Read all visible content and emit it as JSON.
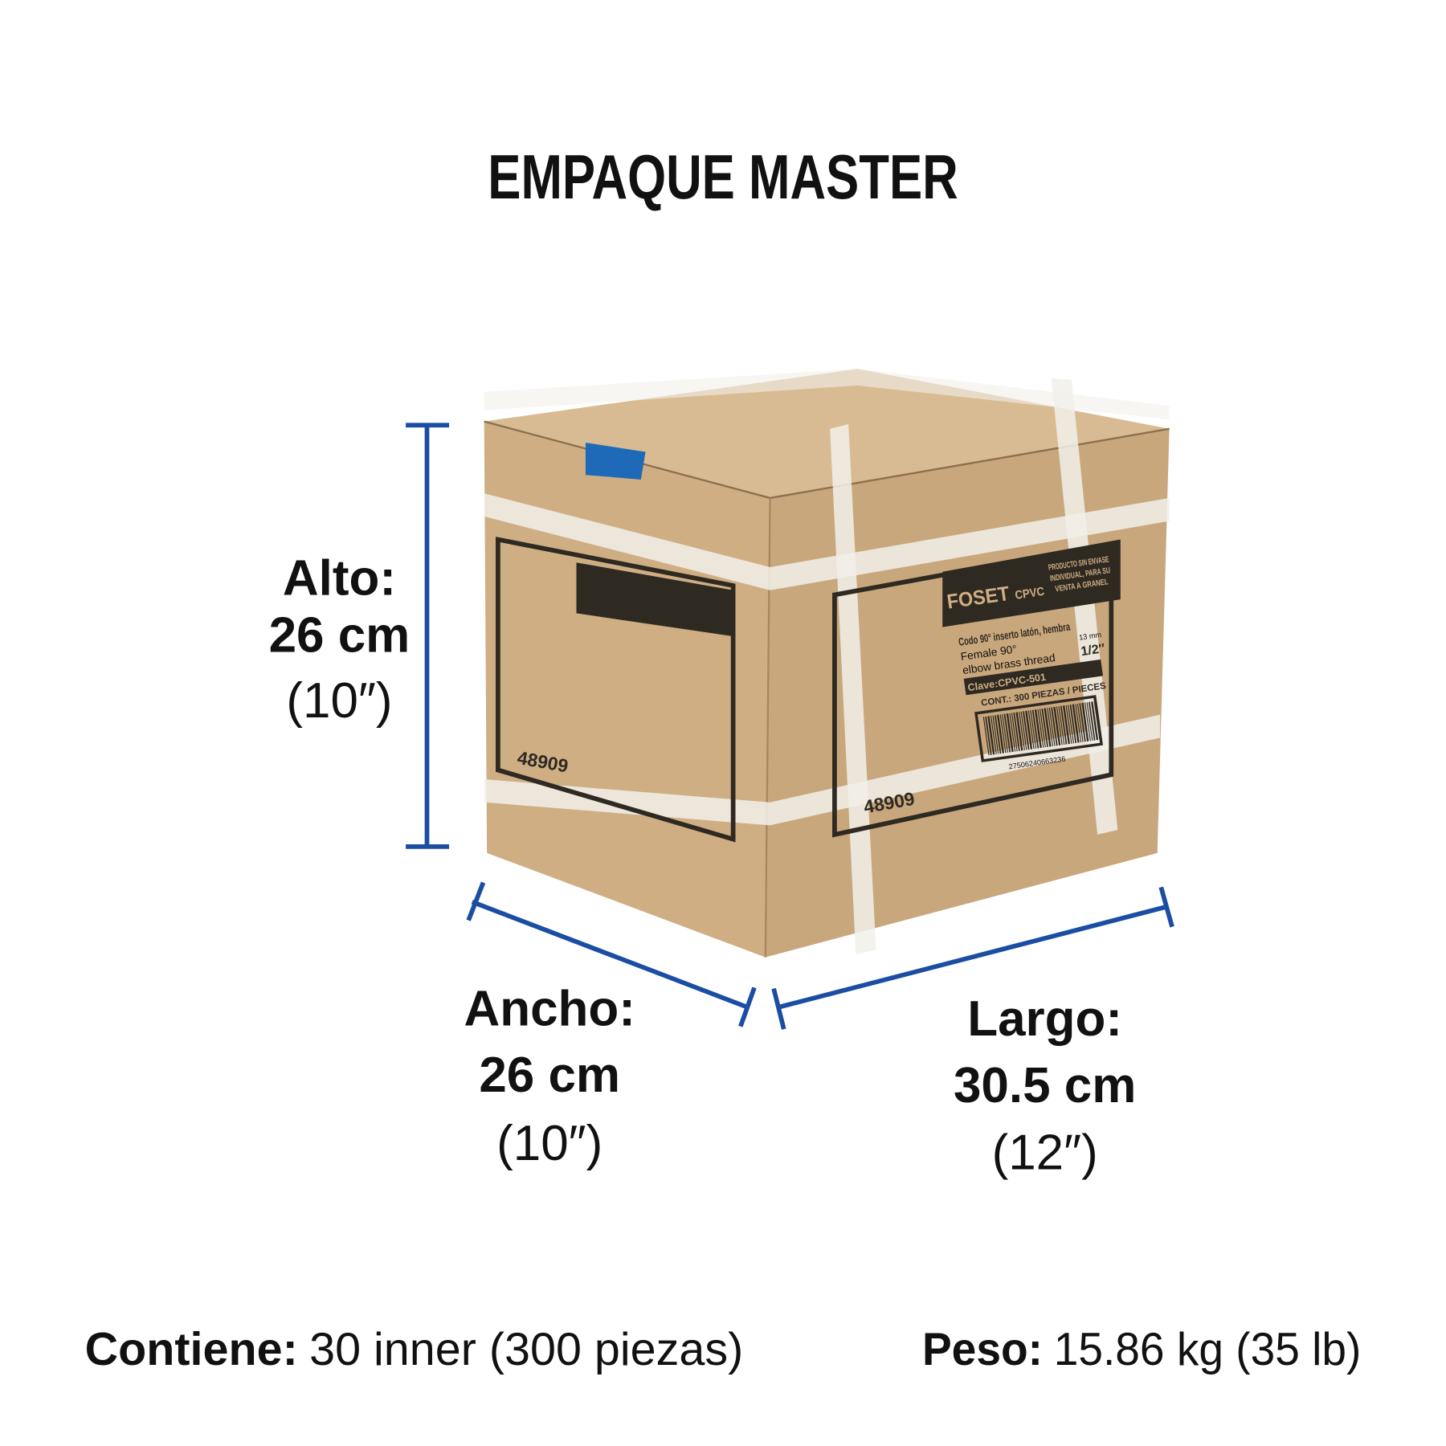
{
  "title": "EMPAQUE MASTER",
  "colors": {
    "accent": "#1b4ea3",
    "cardboard": "#cfae84",
    "text": "#111111"
  },
  "dimensions": {
    "alto": {
      "label": "Alto:",
      "metric": "26 cm",
      "imperial": "(10″)"
    },
    "ancho": {
      "label": "Ancho:",
      "metric": "26 cm",
      "imperial": "(10″)"
    },
    "largo": {
      "label": "Largo:",
      "metric": "30.5 cm",
      "imperial": "(12″)"
    }
  },
  "footer": {
    "contiene_label": "Contiene:",
    "contiene_value": "30 inner (300 piezas)",
    "peso_label": "Peso:",
    "peso_value": "15.86 kg (35 lb)"
  },
  "box_label": {
    "brand": "FOSET",
    "brand_tag": "CPVC",
    "notice": [
      "PRODUCTO SIN ENVASE",
      "INDIVIDUAL, PARA SU",
      "VENTA A GRANEL"
    ],
    "desc_es": "Codo 90° inserto latón, hembra",
    "desc_en_1": "Female 90°",
    "desc_en_2": "elbow brass thread",
    "size_mm": "13 mm",
    "size_in": "1/2″",
    "clave": "Clave:CPVC-501",
    "contents": "CONT.: 300 PIEZAS / PIECES",
    "barcode": "27506240663236",
    "code": "48909"
  }
}
